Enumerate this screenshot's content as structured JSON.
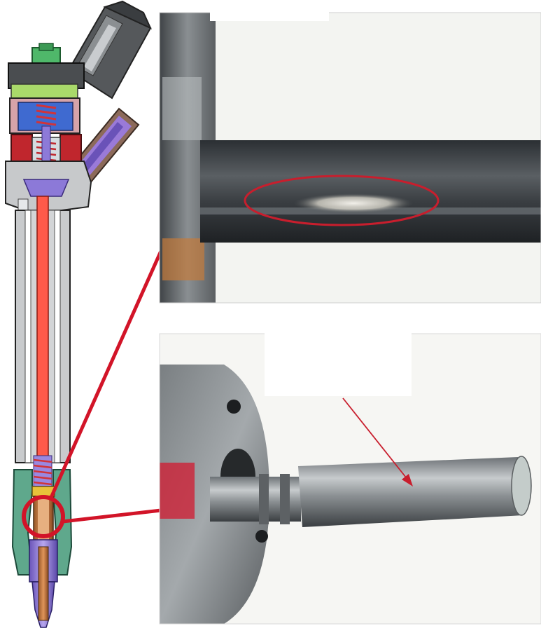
{
  "figure": {
    "panels": [
      {
        "id": "injector-cutaway",
        "description_icon": "fuel-injector-cross-section-icon"
      },
      {
        "id": "wear-closeup",
        "description_icon": "needle-wear-photo-icon"
      },
      {
        "id": "needle-photo",
        "description_icon": "needle-photo-icon"
      }
    ],
    "colors": {
      "highlight_red": "#d21428",
      "wear_ellipse": "#c81e2d",
      "rod_red": "#ff5a4a",
      "steel_dark": "#3c4044",
      "steel_light": "#9aa0a4",
      "copper": "#c8743c",
      "body_green": "#5fa88c",
      "purple": "#8a6fd0"
    }
  }
}
